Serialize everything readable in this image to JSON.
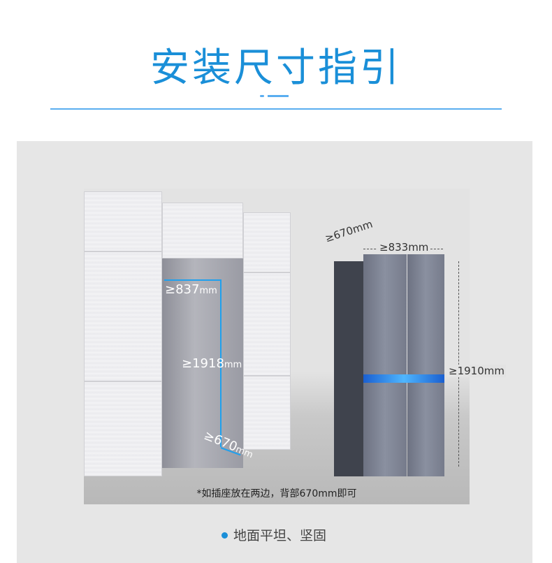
{
  "header": {
    "title": "安装尺寸指引"
  },
  "cabinet": {
    "width": "≥837",
    "height": "≥1918",
    "depth": "≥670",
    "unit": "mm"
  },
  "fridge": {
    "depth": "≥670mm",
    "width": "≥833mm",
    "height": "≥1910mm"
  },
  "note": "*如插座放在两边，背部670mm即可",
  "requirement": "地面平坦、坚固",
  "colors": {
    "accent": "#1a8fd8",
    "panel": "#e6e6e6"
  }
}
